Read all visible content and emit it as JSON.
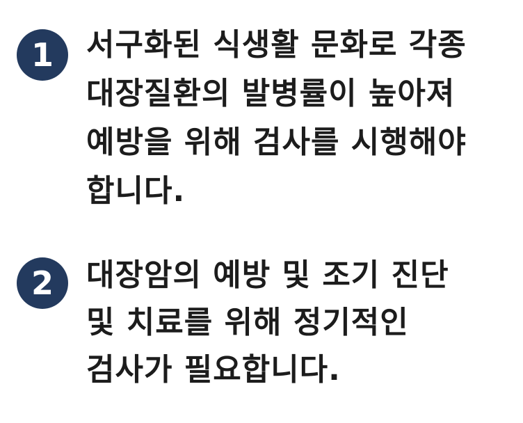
{
  "items": [
    {
      "number": "1",
      "lines": [
        "서구화된 식생활 문화로 각종",
        "대장질환의 발병률이 높아져",
        "예방을 위해 검사를 시행해야",
        "합니다."
      ]
    },
    {
      "number": "2",
      "lines": [
        "대장암의 예방 및 조기 진단",
        "및 치료를 위해 정기적인",
        "검사가 필요합니다."
      ]
    }
  ],
  "colors": {
    "badge_background": "#233a5e",
    "badge_text": "#ffffff",
    "body_text": "#1c1c1c"
  }
}
